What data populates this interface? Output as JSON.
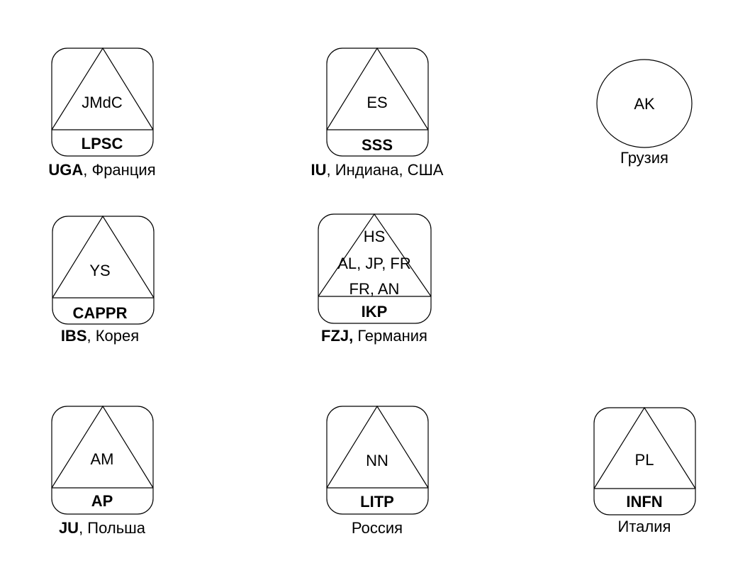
{
  "nodes": [
    {
      "id": "lpsc",
      "inner": [
        "JMdC"
      ],
      "label": "LPSC",
      "caption_bold": "UGA",
      "caption_rest": ", Франция"
    },
    {
      "id": "sss",
      "inner": [
        "ES"
      ],
      "label": "SSS",
      "caption_bold": "IU",
      "caption_rest": ", Индиана, США"
    },
    {
      "id": "ak",
      "inner": [
        "AK"
      ],
      "caption_rest": "Грузия"
    },
    {
      "id": "cappr",
      "inner": [
        "YS"
      ],
      "label": "CAPPR",
      "caption_bold": "IBS",
      "caption_rest": ", Корея"
    },
    {
      "id": "ikp",
      "inner": [
        "HS",
        "AL, JP, FR",
        "FR, AN"
      ],
      "label": "IKP",
      "caption_bold": "FZJ,",
      "caption_rest": " Германия"
    },
    {
      "id": "ap",
      "inner": [
        "AM"
      ],
      "label": "AP",
      "caption_bold": "JU",
      "caption_rest": ", Польша"
    },
    {
      "id": "litp",
      "inner": [
        "NN"
      ],
      "label": "LITP",
      "caption_rest": "Россия"
    },
    {
      "id": "infn",
      "inner": [
        "PL"
      ],
      "label": "INFN",
      "caption_rest": "Италия"
    }
  ]
}
